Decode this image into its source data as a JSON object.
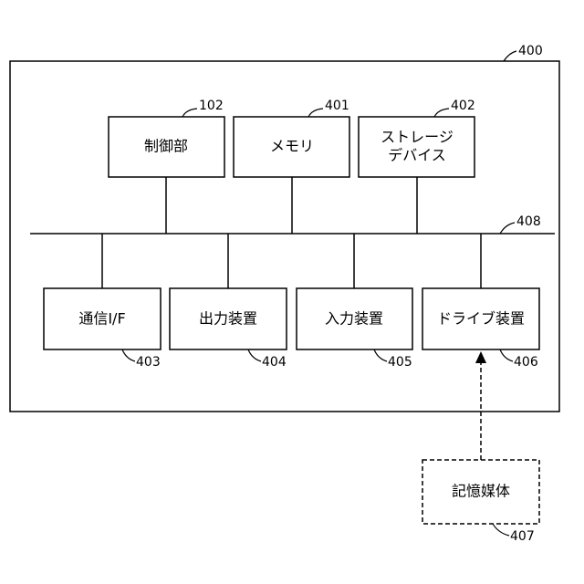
{
  "frame": {
    "ref": "400"
  },
  "bus": {
    "ref": "408"
  },
  "top_blocks": [
    {
      "label": "制御部",
      "ref": "102"
    },
    {
      "label": "メモリ",
      "ref": "401"
    },
    {
      "label_line1": "ストレージ",
      "label_line2": "デバイス",
      "ref": "402"
    }
  ],
  "bottom_blocks": [
    {
      "label": "通信I/F",
      "ref": "403"
    },
    {
      "label": "出力装置",
      "ref": "404"
    },
    {
      "label": "入力装置",
      "ref": "405"
    },
    {
      "label": "ドライブ装置",
      "ref": "406"
    }
  ],
  "media": {
    "label": "記憶媒体",
    "ref": "407"
  }
}
